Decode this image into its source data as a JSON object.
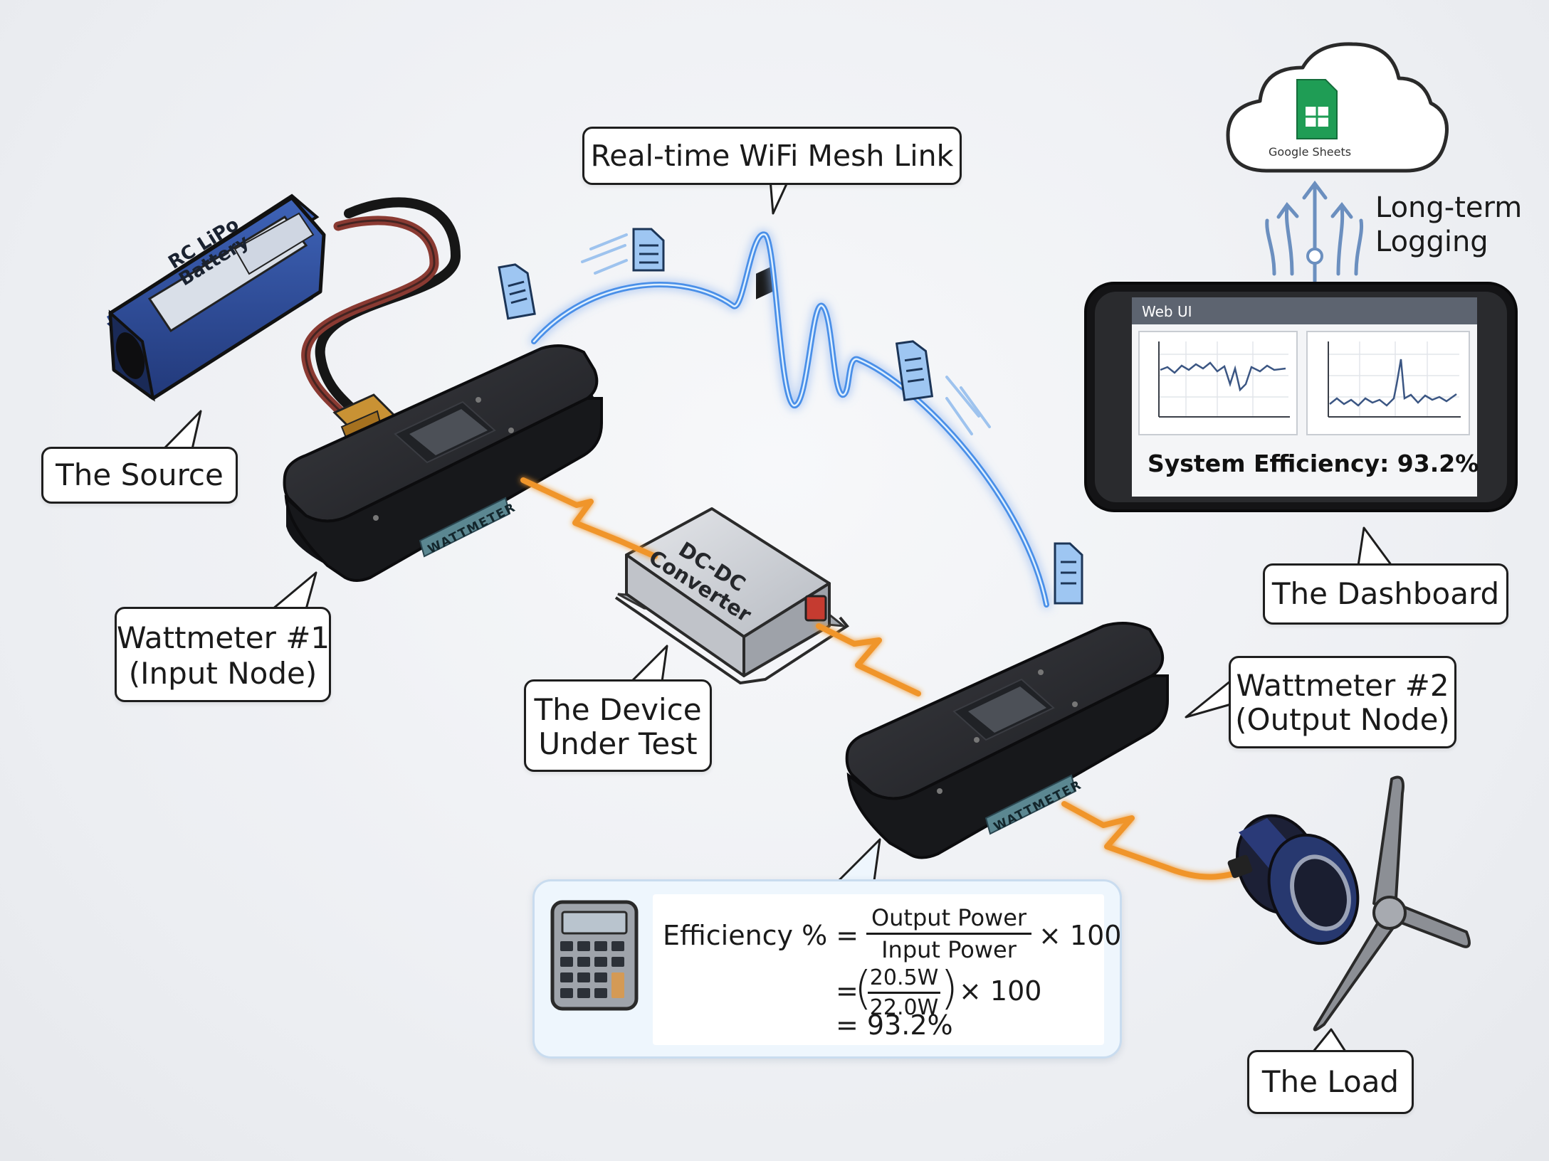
{
  "labels": {
    "source": "The Source",
    "wattmeter1_line1": "Wattmeter #1",
    "wattmeter1_line2": "(Input Node)",
    "wattmeter2_line1": "Wattmeter #2",
    "wattmeter2_line2": "(Output Node)",
    "dut_line1": "The Device",
    "dut_line2": "Under Test",
    "load": "The Load",
    "dashboard": "The Dashboard",
    "wifi_link": "Real-time WiFi Mesh Link",
    "logging_line1": "Long-term",
    "logging_line2": "Logging",
    "cloud_caption": "Google Sheets"
  },
  "battery": {
    "label_line1": "RC LiPo",
    "label_line2": "Battery"
  },
  "converter": {
    "label_line1": "DC-DC",
    "label_line2": "Converter"
  },
  "wattmeter_case_label": "WATTMETER",
  "dashboard_screen": {
    "title": "Web UI",
    "efficiency_readout": "System Efficiency: 93.2%"
  },
  "equation": {
    "lhs": "Efficiency % =",
    "numerator": "Output Power",
    "denominator": "Input Power",
    "times_100": "× 100",
    "line2_eq": "=",
    "line2_num": "20.5W",
    "line2_den": "22.0W",
    "line2_times": "× 100",
    "line3": "= 93.2%"
  },
  "colors": {
    "device_body": "#1b1c1f",
    "wifi_wave": "#4a8fe8",
    "power_line": "#f0952a",
    "battery_blue": "#2c4b93",
    "sheets_green": "#1f9d55"
  }
}
